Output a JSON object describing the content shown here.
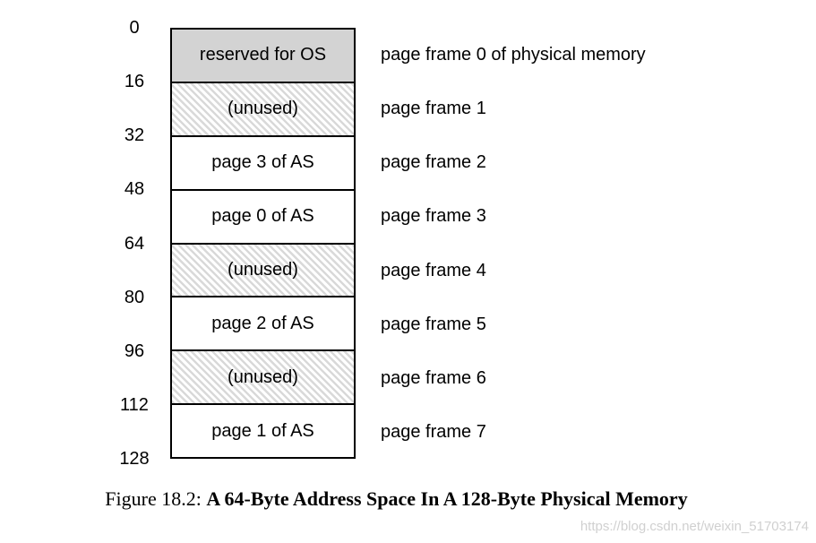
{
  "diagram": {
    "address_labels": [
      "0",
      "16",
      "32",
      "48",
      "64",
      "80",
      "96",
      "112",
      "128"
    ],
    "frames": [
      {
        "content": "reserved for OS",
        "fill": "solid",
        "right_label": "page frame 0 of physical memory"
      },
      {
        "content": "(unused)",
        "fill": "hatched",
        "right_label": "page frame 1"
      },
      {
        "content": "page 3 of AS",
        "fill": "white",
        "right_label": "page frame 2"
      },
      {
        "content": "page 0 of AS",
        "fill": "white",
        "right_label": "page frame 3"
      },
      {
        "content": "(unused)",
        "fill": "hatched",
        "right_label": "page frame 4"
      },
      {
        "content": "page 2 of AS",
        "fill": "white",
        "right_label": "page frame 5"
      },
      {
        "content": "(unused)",
        "fill": "hatched",
        "right_label": "page frame 6"
      },
      {
        "content": "page 1 of AS",
        "fill": "white",
        "right_label": "page frame 7"
      }
    ],
    "colors": {
      "solid_fill": "#d3d3d3",
      "hatch_stripe": "#d9d9d9",
      "border": "#000000",
      "watermark_text": "#d0d0d0"
    }
  },
  "caption": {
    "prefix": "Figure 18.2: ",
    "title": "A 64-Byte Address Space In A 128-Byte Physical Memory"
  },
  "watermark": "https://blog.csdn.net/weixin_51703174"
}
